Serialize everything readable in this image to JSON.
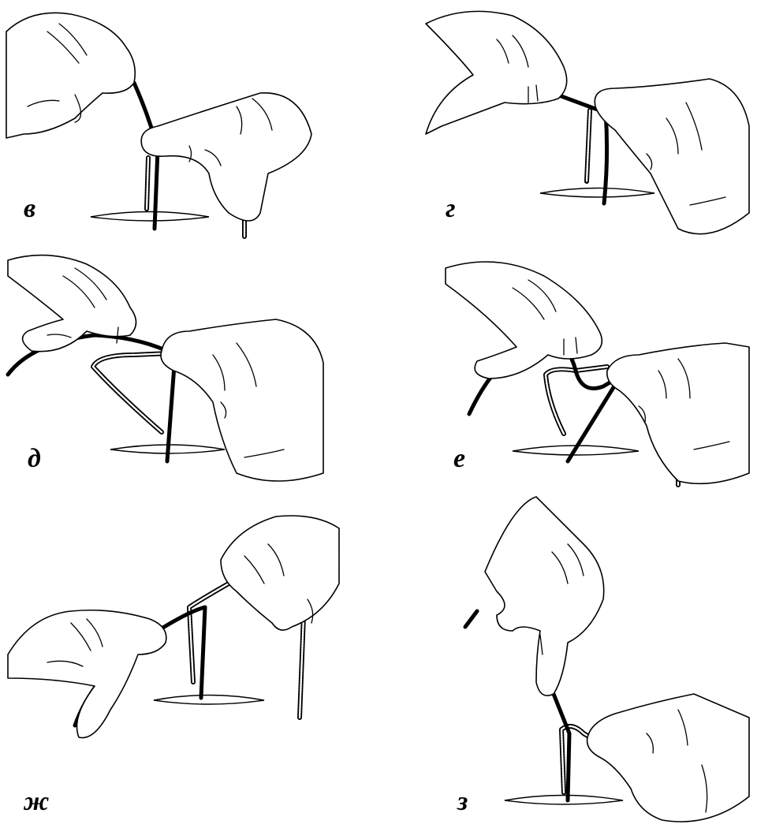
{
  "panels": [
    {
      "id": "v",
      "label": "в"
    },
    {
      "id": "g",
      "label": "г"
    },
    {
      "id": "d",
      "label": "д"
    },
    {
      "id": "e",
      "label": "е"
    },
    {
      "id": "zh",
      "label": "ж"
    },
    {
      "id": "z",
      "label": "з"
    }
  ],
  "colors": {
    "line": "#000000",
    "background": "#ffffff"
  }
}
